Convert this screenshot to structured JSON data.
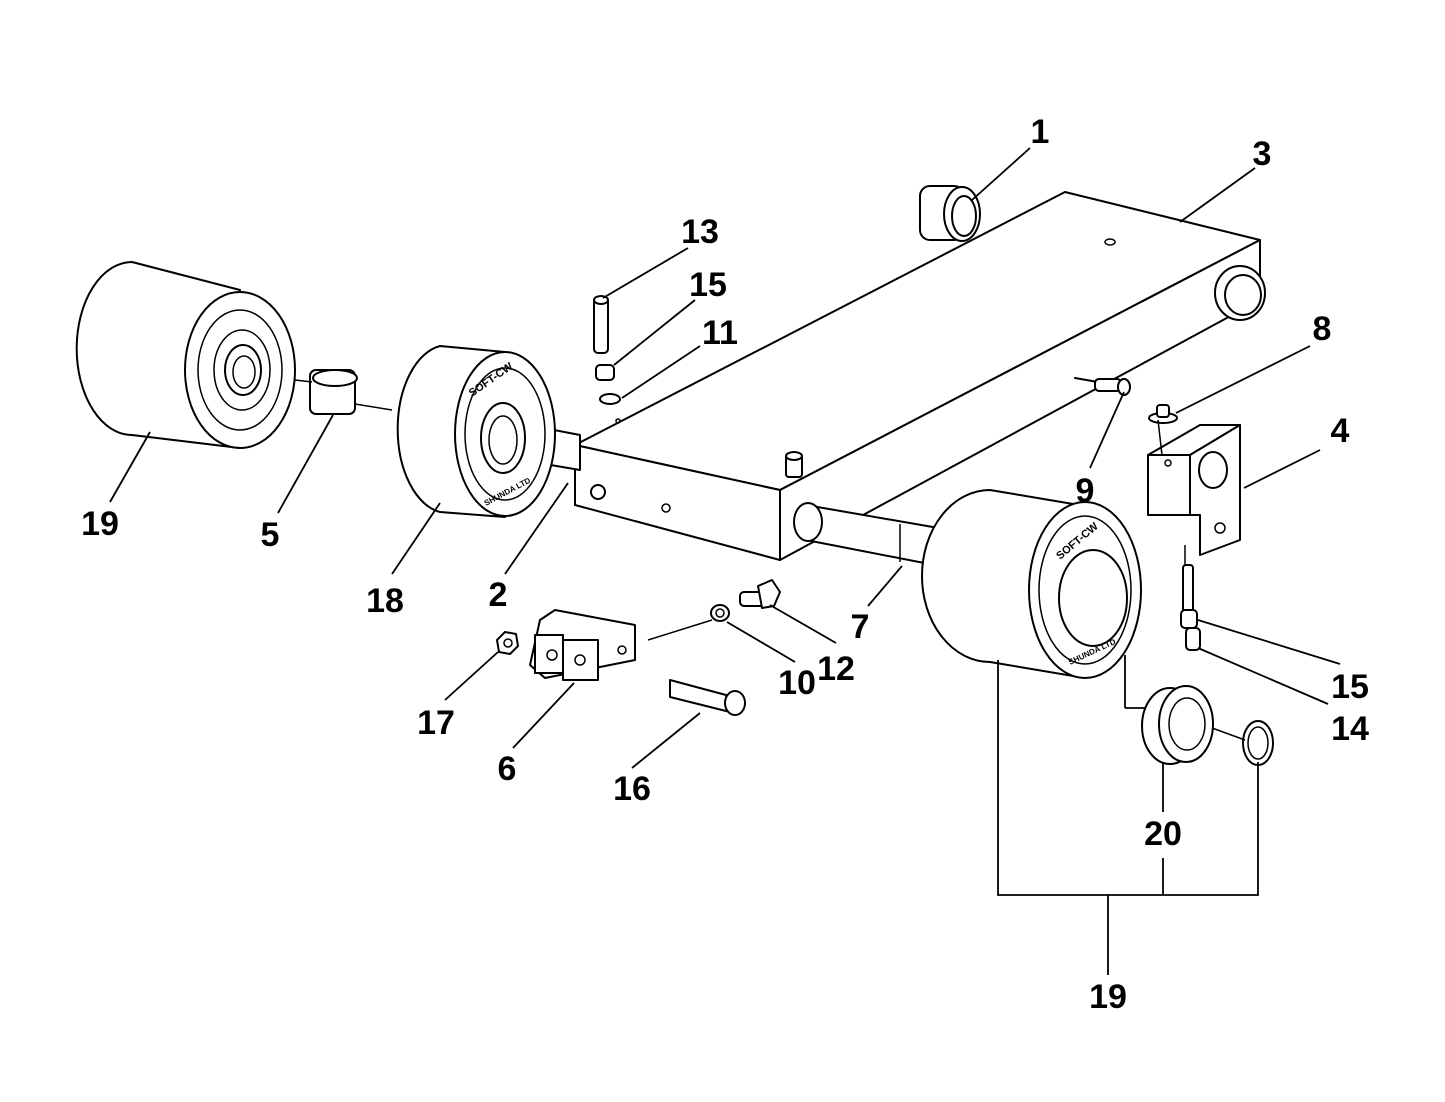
{
  "callouts": {
    "c1": "1",
    "c3": "3",
    "c13": "13",
    "c15a": "15",
    "c11": "11",
    "c8": "8",
    "c4": "4",
    "c9": "9",
    "c19a": "19",
    "c5": "5",
    "c18": "18",
    "c2": "2",
    "c7": "7",
    "c10": "10",
    "c12": "12",
    "c17": "17",
    "c6": "6",
    "c16": "16",
    "c15b": "15",
    "c14": "14",
    "c20": "20",
    "c19b": "19"
  },
  "wheel_brand": {
    "top": "SOFT-CW",
    "bottom": "SHUNDA LTD"
  }
}
